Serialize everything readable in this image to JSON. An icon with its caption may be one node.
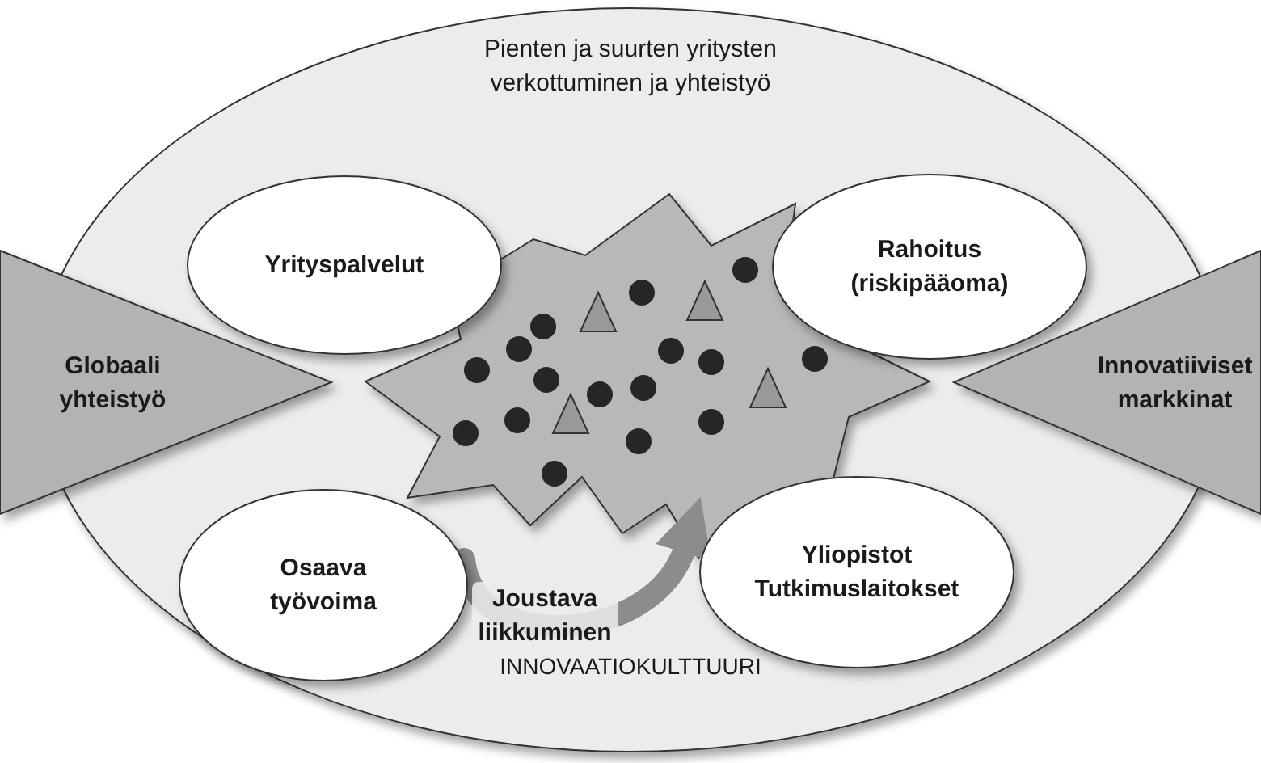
{
  "diagram": {
    "nodes": [
      {
        "text": [
          "Pienten ja suurten yritysten verkottuminen ja yhteistyö",
          "INNOVAATIOKULTTUURI"
        ]
      },
      {
        "text": [
          "Yrityspalvelut"
        ],
        "in": 0
      },
      {
        "text": [
          "Rahoitus (riskipääoma)"
        ],
        "in": 0
      },
      {
        "text": [
          "Globaali yhteistyö"
        ]
      },
      {
        "text": [
          "Innovatiiviset markkinat"
        ]
      },
      {
        "text": [
          "Osaava työvoima"
        ],
        "in": 0
      },
      {
        "text": [
          "Yliopistot Tutkimuslaitokset"
        ],
        "in": 0
      }
    ],
    "edges": [
      {
        "from": 5,
        "to": 6,
        "arrow": "to",
        "label": "Joustava liikkuminen"
      }
    ]
  }
}
